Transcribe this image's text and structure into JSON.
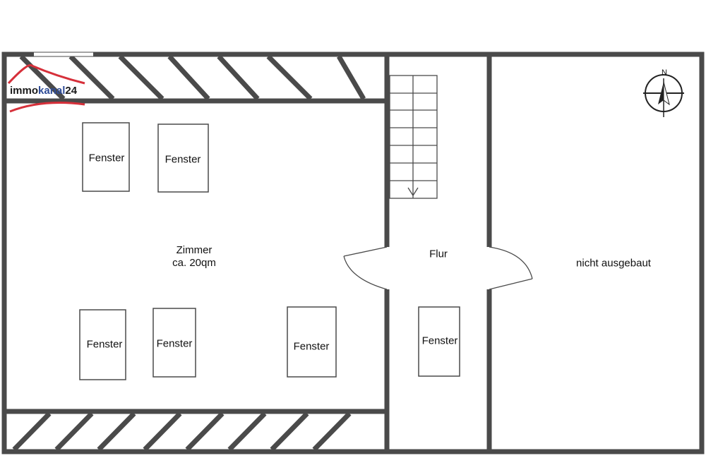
{
  "logo": {
    "part1": "immo",
    "part2": "kanal",
    "part3": "24"
  },
  "compass": {
    "north_label": "N"
  },
  "rooms": {
    "zimmer": "Zimmer\nca. 20qm",
    "flur": "Flur",
    "nicht_ausgebaut": "nicht ausgebaut"
  },
  "windows": [
    {
      "label": "Fenster"
    },
    {
      "label": "Fenster"
    },
    {
      "label": "Fenster"
    },
    {
      "label": "Fenster"
    },
    {
      "label": "Fenster"
    },
    {
      "label": "Fenster"
    }
  ],
  "colors": {
    "wall": "#4a4a4a",
    "logo_red": "#d6303a",
    "logo_blue": "#2f4c97"
  }
}
